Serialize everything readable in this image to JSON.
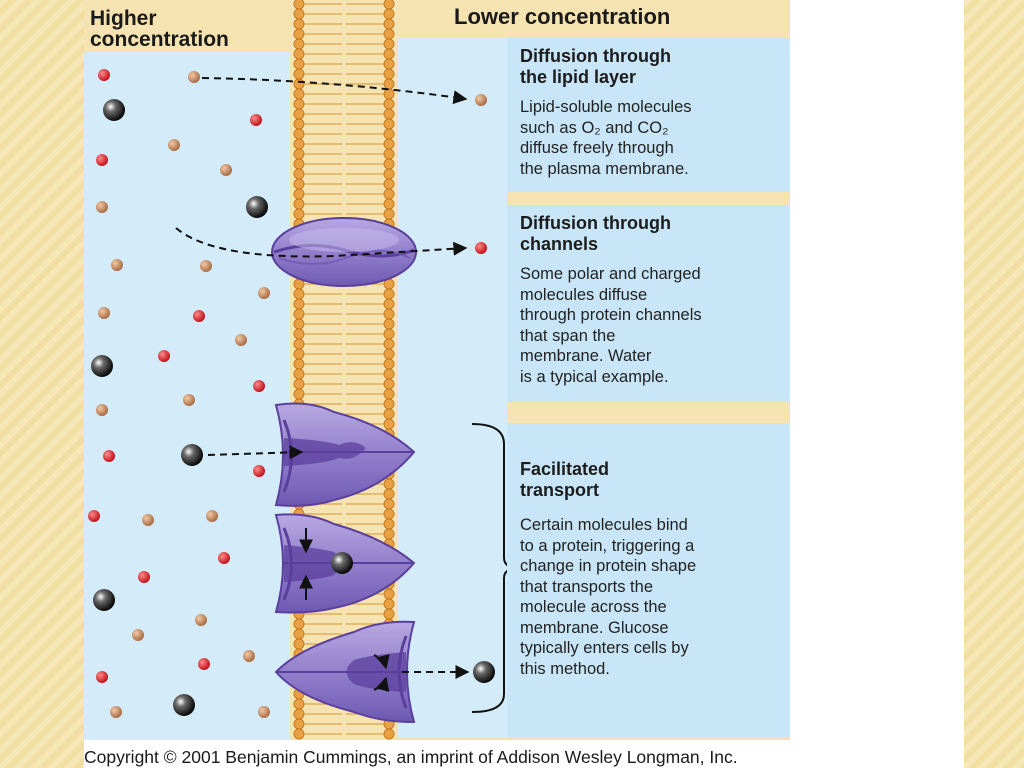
{
  "headers": {
    "higher": "Higher\nconcentration",
    "lower": "Lower concentration"
  },
  "boxes": {
    "lipid": {
      "title": "Diffusion through\nthe lipid layer",
      "body": "Lipid-soluble molecules\nsuch as O₂ and CO₂\ndiffuse freely through\nthe plasma membrane."
    },
    "channel": {
      "title": "Diffusion through\nchannels",
      "body": "Some polar and charged\nmolecules diffuse\nthrough protein channels\nthat span the\nmembrane. Water\nis a typical example."
    },
    "facilitated": {
      "title": "Facilitated\ntransport",
      "body": "Certain molecules bind\nto a protein, triggering a\nchange in protein shape\nthat transports the\nmolecule across the\nmembrane. Glucose\ntypically enters cells by\nthis method."
    }
  },
  "copyright": "Copyright © 2001 Benjamin Cummings, an imprint of Addison Wesley Longman, Inc.",
  "colors": {
    "fluid": "#d4ecfa",
    "membrane_bg": "#f5e3b2",
    "phospholipid_head": "#e8a245",
    "protein": "#8e7cc9",
    "protein_dark": "#5b3f9c",
    "red_molecule": "#d8232a",
    "tan_molecule": "#c08a62",
    "black_molecule": "#111111",
    "box": "#c8e6f7",
    "slide_border": "#f3e3b0"
  }
}
